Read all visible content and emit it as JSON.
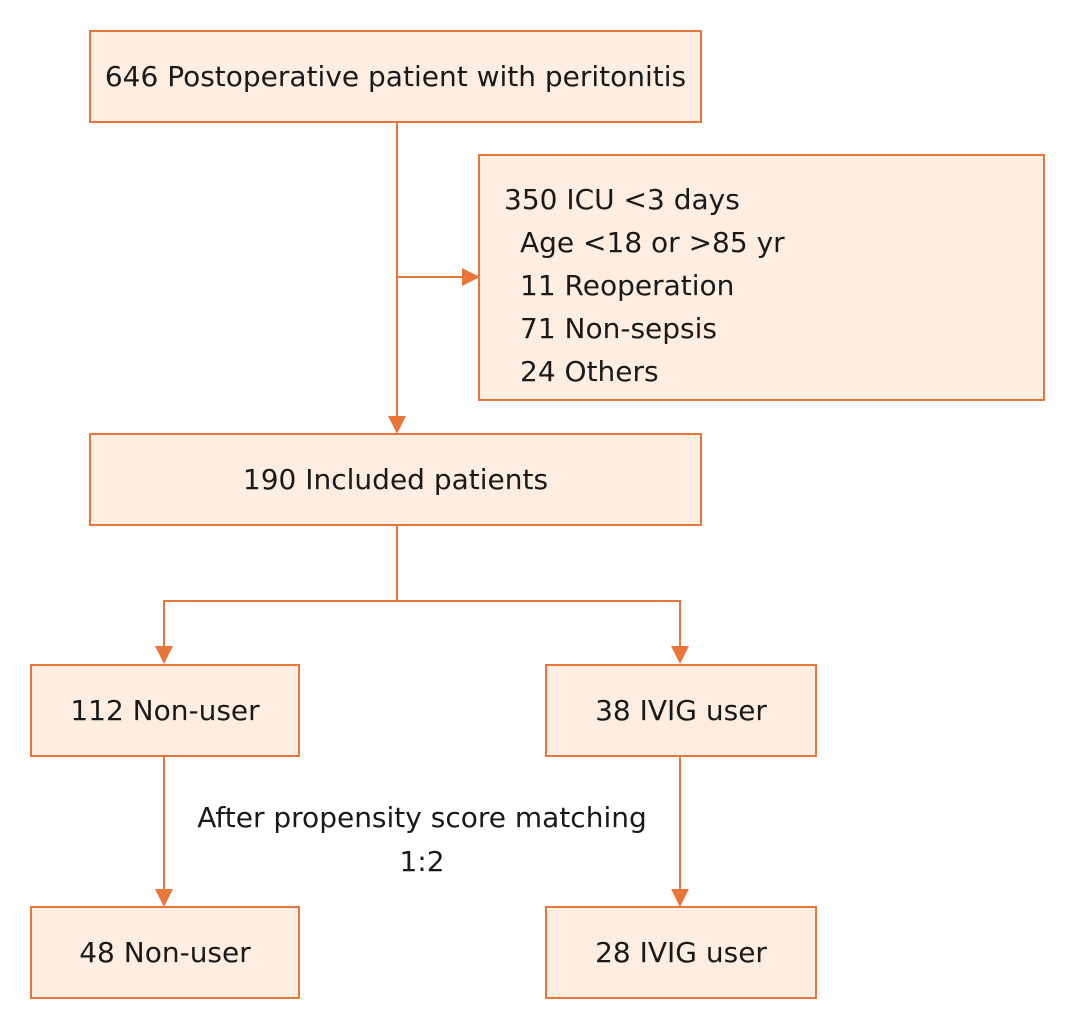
{
  "boxes": {
    "start": "646 Postoperative patient with peritonitis",
    "excluded": {
      "header": "350 ICU <3 days",
      "items": [
        "Age <18 or >85 yr",
        "11 Reoperation",
        "71 Non-sepsis",
        "24 Others"
      ]
    },
    "included": "190 Included patients",
    "non_user": "112 Non-user",
    "ivig_user": "38 IVIG user",
    "matched_non_user": "48 Non-user",
    "matched_ivig_user": "28 IVIG user"
  },
  "matching_note": {
    "line1": "After propensity score matching",
    "line2": "1:2"
  },
  "colors": {
    "box_fill": "#fdeee1",
    "accent": "#e8763a"
  }
}
